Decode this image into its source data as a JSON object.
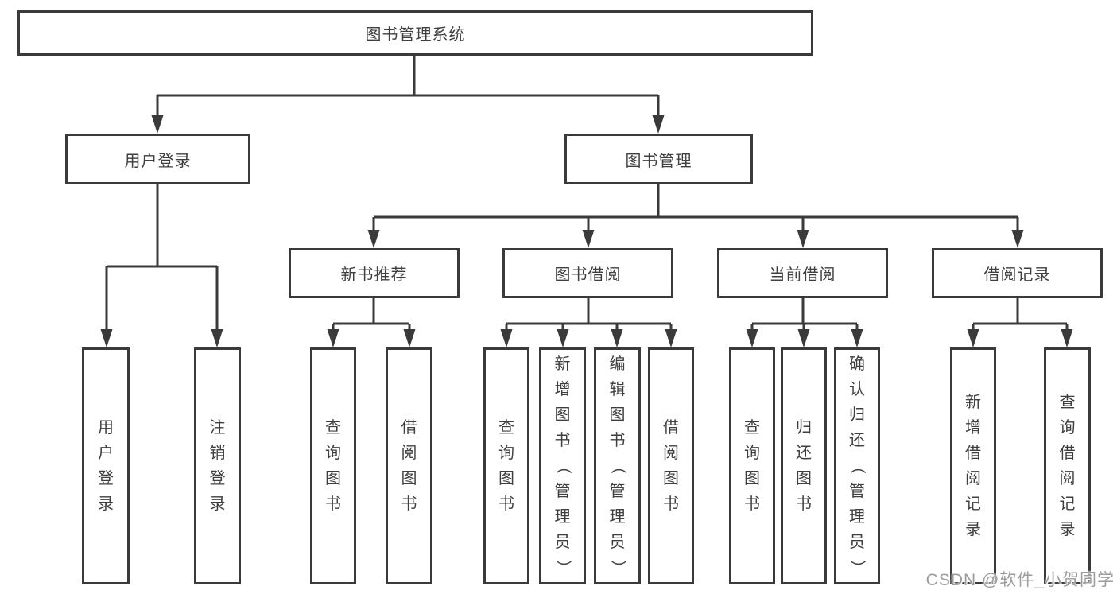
{
  "diagram": {
    "root": "图书管理系统",
    "level2": {
      "user_login": "用户登录",
      "book_mgmt": "图书管理"
    },
    "level3": {
      "new_book_rec": "新书推荐",
      "book_borrow": "图书借阅",
      "current_borrow": "当前借阅",
      "borrow_record": "借阅记录"
    },
    "leaves": {
      "user_login": "用户登录",
      "logout": "注销登录",
      "nr_query_book": "查询图书",
      "nr_borrow_book": "借阅图书",
      "bb_query_book": "查询图书",
      "bb_add_book_admin": "新增图书（管理员）",
      "bb_edit_book_admin": "编辑图书（管理员）",
      "bb_borrow_book": "借阅图书",
      "cb_query_book": "查询图书",
      "cb_return_book": "归还图书",
      "cb_confirm_return_admin": "确认归还（管理员）",
      "br_add_record": "新增借阅记录",
      "br_query_record": "查询借阅记录"
    }
  },
  "watermark": "CSDN @软件_小贺同学",
  "colors": {
    "line": "#3a3a3a",
    "text": "#3f3f3f",
    "watermark": "#9c9c9c",
    "background": "#ffffff"
  }
}
